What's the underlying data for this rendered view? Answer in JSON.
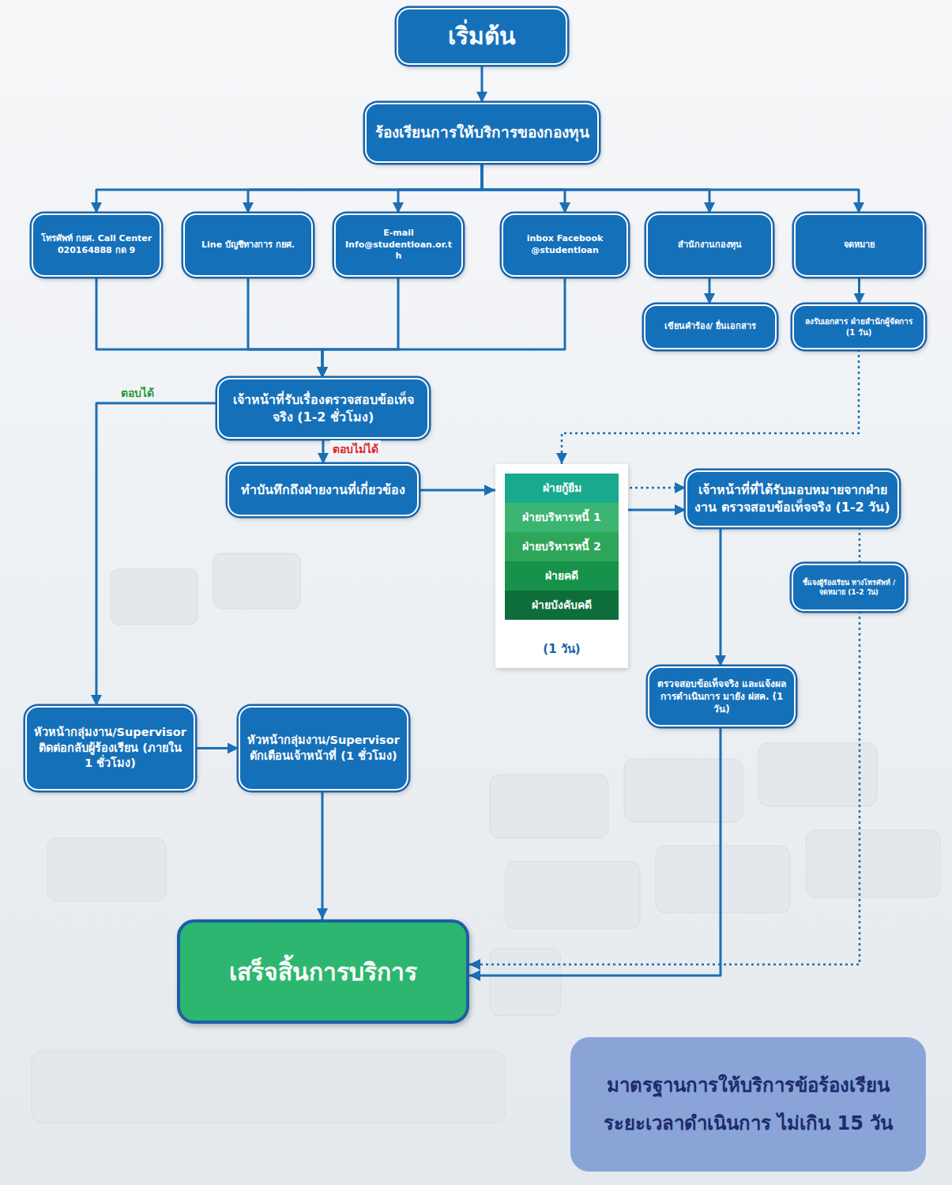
{
  "diagram": {
    "nodes": [
      {
        "text": [
          "เริ่มต้น"
        ]
      },
      {
        "text": [
          "ร้องเรียนการให้บริการของกองทุน"
        ]
      },
      {
        "text": [
          "โทรศัพท์ กยศ. Call Center 020164888 กด 9"
        ]
      },
      {
        "text": [
          "Line บัญชีทางการ กยศ."
        ]
      },
      {
        "text": [
          "E-mail Info@studentloan.or.th"
        ]
      },
      {
        "text": [
          "inbox Facebook @studentloan"
        ]
      },
      {
        "text": [
          "สำนักงานกองทุน"
        ]
      },
      {
        "text": [
          "จดหมาย"
        ]
      },
      {
        "text": [
          "เขียนคำร้อง/ ยื่นเอกสาร"
        ]
      },
      {
        "text": [
          "ลงรับเอกสาร ฝ่ายสำนักผู้จัดการ (1 วัน)"
        ]
      },
      {
        "text": [
          "เจ้าหน้าที่รับเรื่องตรวจสอบข้อเท็จจริง (1-2 ชั่วโมง)"
        ]
      },
      {
        "text": [
          "ทำบันทึกถึงฝ่ายงานที่เกี่ยวข้อง"
        ]
      },
      {
        "text": [
          "(1 วัน)"
        ]
      },
      {
        "text": [
          "ฝ่ายกู้ยืม"
        ],
        "in": 12
      },
      {
        "text": [
          "ฝ่ายบริหารหนี้ 1"
        ],
        "in": 12
      },
      {
        "text": [
          "ฝ่ายบริหารหนี้ 2"
        ],
        "in": 12
      },
      {
        "text": [
          "ฝ่ายคดี"
        ],
        "in": 12
      },
      {
        "text": [
          "ฝ่ายบังคับคดี"
        ],
        "in": 12
      },
      {
        "text": [
          "เจ้าหน้าที่ที่ได้รับมอบหมายจากฝ่ายงาน ตรวจสอบข้อเท็จจริง (1-2 วัน)"
        ]
      },
      {
        "text": [
          "ชี้แจงผู้ร้องเรียน ทางโทรศัพท์ / จดหมาย (1-2 วัน)"
        ]
      },
      {
        "text": [
          "ตรวจสอบข้อเท็จจริง และแจ้งผลการดำเนินการ มายัง ฝสค. (1 วัน)"
        ]
      },
      {
        "text": [
          "หัวหน้ากลุ่มงาน/Supervisor ติดต่อกลับผู้ร้องเรียน (ภายใน 1 ชั่วโมง)"
        ]
      },
      {
        "text": [
          "หัวหน้ากลุ่มงาน/Supervisor ตักเตือนเจ้าหน้าที่ (1 ชั่วโมง)"
        ]
      },
      {
        "text": [
          "เสร็จสิ้นการบริการ"
        ]
      },
      {
        "text": [
          "มาตรฐานการให้บริการข้อร้องเรียน ระยะเวลาดำเนินการ ไม่เกิน 15 วัน"
        ]
      }
    ],
    "edges": [
      {
        "from": 0,
        "to": 1,
        "arrow": "to"
      },
      {
        "from": 1,
        "to": 2,
        "arrow": "to"
      },
      {
        "from": 1,
        "to": 3,
        "arrow": "to"
      },
      {
        "from": 1,
        "to": 4,
        "arrow": "to"
      },
      {
        "from": 1,
        "to": 5,
        "arrow": "to"
      },
      {
        "from": 1,
        "to": 6,
        "arrow": "to"
      },
      {
        "from": 1,
        "to": 7,
        "arrow": "to"
      },
      {
        "from": 2,
        "to": 10,
        "arrow": "to"
      },
      {
        "from": 3,
        "to": 10,
        "arrow": "to"
      },
      {
        "from": 4,
        "to": 10,
        "arrow": "to"
      },
      {
        "from": 5,
        "to": 10,
        "arrow": "to"
      },
      {
        "from": 6,
        "to": 8,
        "arrow": "to"
      },
      {
        "from": 7,
        "to": 9,
        "arrow": "to"
      },
      {
        "from": 9,
        "to": 12,
        "arrow": "to"
      },
      {
        "from": 10,
        "to": 21,
        "label": "ตอบได้",
        "arrow": "to"
      },
      {
        "from": 10,
        "to": 11,
        "label": "ตอบไม่ได้",
        "arrow": "to"
      },
      {
        "from": 11,
        "to": 12,
        "arrow": "to"
      },
      {
        "from": 12,
        "to": 18,
        "arrow": "to"
      },
      {
        "from": 13,
        "to": 18,
        "arrow": "to"
      },
      {
        "from": 18,
        "to": 20,
        "arrow": "to"
      },
      {
        "from": 18,
        "to": 19,
        "arrow": "none"
      },
      {
        "from": 19,
        "to": 23,
        "arrow": "to"
      },
      {
        "from": 20,
        "to": 23,
        "arrow": "to"
      },
      {
        "from": 21,
        "to": 22,
        "arrow": "to"
      },
      {
        "from": 22,
        "to": 23,
        "arrow": "to"
      }
    ]
  }
}
